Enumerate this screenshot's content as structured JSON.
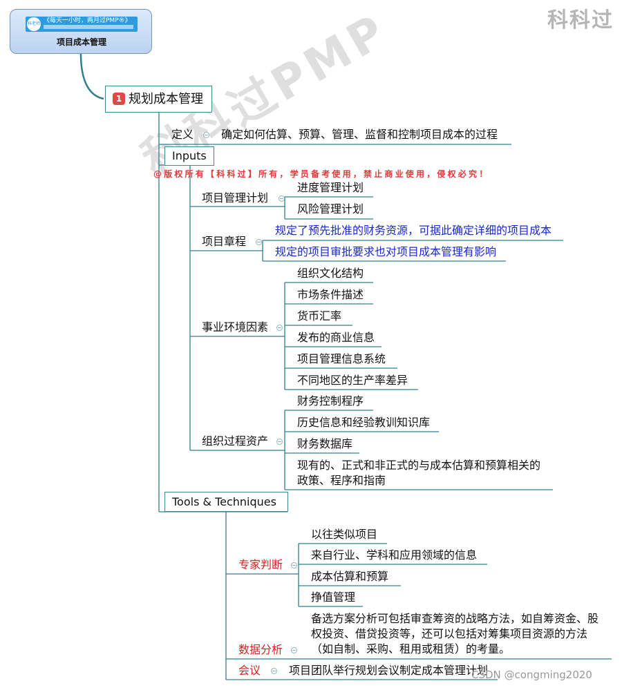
{
  "watermark": {
    "corner": "科科过",
    "diagonal": "科科过PMP",
    "copyright": "@版权所有【科科过】所有，学员备考使用，禁止商业使用，侵权必究！",
    "csdn": "CSDN @congming2020"
  },
  "root": {
    "title": "项目成本管理",
    "logo_slogan": "《每天一小时，两月过PMP®》",
    "logo_badge": "科老师"
  },
  "main": {
    "badge": "1",
    "title": "规划成本管理"
  },
  "definition": {
    "label": "定义",
    "text": "确定如何估算、预算、管理、监督和控制项目成本的过程"
  },
  "inputs": {
    "label": "Inputs",
    "groups": [
      {
        "name": "项目管理计划",
        "items": [
          "进度管理计划",
          "风险管理计划"
        ]
      },
      {
        "name": "项目章程",
        "items": [
          "规定了预先批准的财务资源，可据此确定详细的项目成本",
          "规定的项目审批要求也对项目成本管理有影响"
        ]
      },
      {
        "name": "事业环境因素",
        "items": [
          "组织文化结构",
          "市场条件描述",
          "货币汇率",
          "发布的商业信息",
          "项目管理信息系统",
          "不同地区的生产率差异"
        ]
      },
      {
        "name": "组织过程资产",
        "items": [
          "财务控制程序",
          "历史信息和经验教训知识库",
          "财务数据库",
          "现有的、正式和非正式的与成本估算和预算相关的",
          "政策、程序和指南"
        ]
      }
    ]
  },
  "tools": {
    "label": "Tools & Techniques",
    "groups": [
      {
        "name": "专家判断",
        "items": [
          "以往类似项目",
          "来自行业、学科和应用领域的信息",
          "成本估算和预算",
          "挣值管理"
        ]
      },
      {
        "name": "数据分析",
        "items": [
          "备选方案分析可包括审查筹资的战略方法，如自筹资金、股",
          "权投资、借贷投资等，还可以包括对筹集项目资源的方法",
          "（如自制、采购、租用或租赁）的考量。"
        ]
      },
      {
        "name": "会议",
        "items": [
          "项目团队举行规划会议制定成本管理计划"
        ]
      }
    ]
  },
  "colors": {
    "line": "#2f7f8c",
    "blue_text": "#1a26d6",
    "red_text": "#d91f1f"
  }
}
